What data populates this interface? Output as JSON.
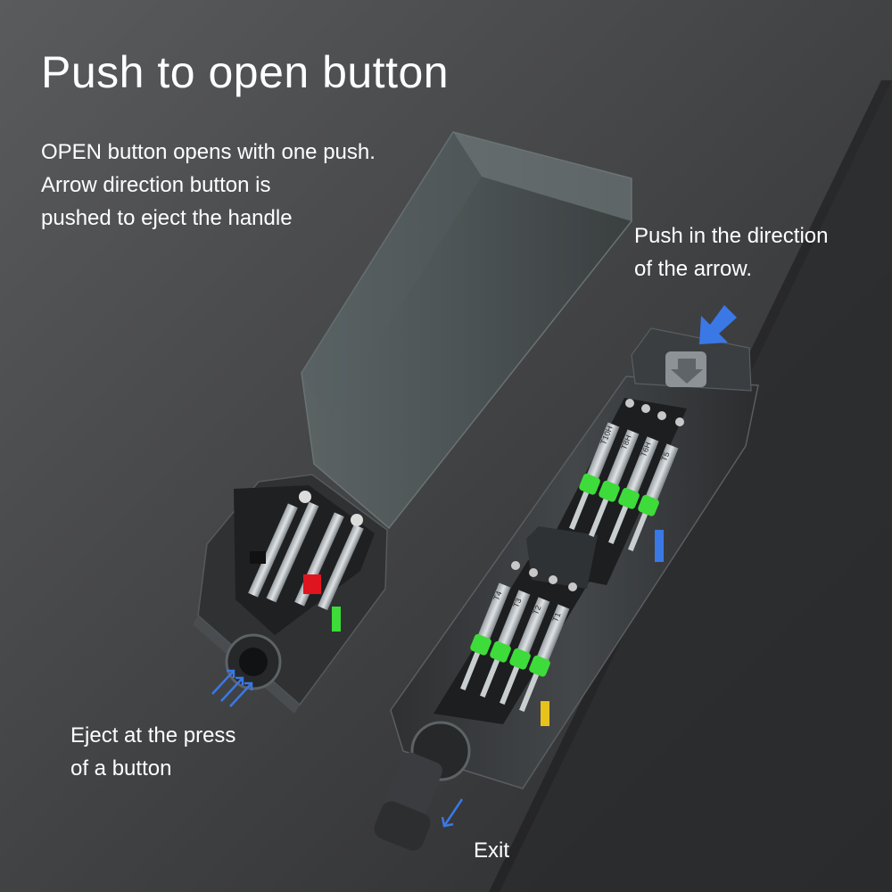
{
  "headline": "Push to open button",
  "description": {
    "lines": [
      "OPEN button opens with one push.",
      "Arrow direction button is",
      "pushed to eject the handle"
    ]
  },
  "push_callout": {
    "lines": [
      "Push in the direction",
      "of the arrow."
    ]
  },
  "eject_callout": {
    "lines": [
      "Eject at the press",
      "of a button"
    ]
  },
  "exit_label": "Exit",
  "bits_top": [
    "T10H",
    "T8H",
    "T6H",
    "T5"
  ],
  "bits_bottom": [
    "T4",
    "T3",
    "T2",
    "T1"
  ],
  "colors": {
    "background": "#4a4b4d",
    "tool_body": "#3c3e40",
    "bit_collar_green": "#3ddc3a",
    "bit_collar_red": "#e0141e",
    "arrow_blue": "#3a78e6"
  }
}
